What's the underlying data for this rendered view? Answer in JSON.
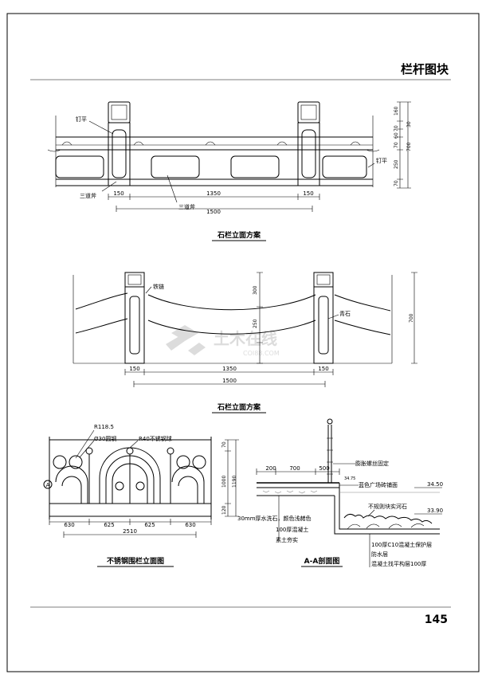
{
  "header": {
    "title": "栏杆图块"
  },
  "page_number": "145",
  "watermark": {
    "text": "土木在线",
    "sub": "COI88.COM"
  },
  "drawing1": {
    "title": "石栏立面方案",
    "labels": {
      "ding_ping_left": "钉平",
      "ding_ping_right": "钉平",
      "san_dao_fu_left": "三道斧",
      "san_dao_fu_mid": "三道斧"
    },
    "dims": {
      "post_left": "150",
      "span": "1350",
      "post_right": "150",
      "total": "1500"
    },
    "vdims": [
      "160",
      "30",
      "70",
      "60",
      "70",
      "700",
      "250",
      "70"
    ]
  },
  "drawing2": {
    "title": "石栏立面方案",
    "labels": {
      "chain": "铁链",
      "stone": "青石"
    },
    "dims": {
      "post_left": "150",
      "span": "1350",
      "post_right": "150",
      "total": "1500"
    },
    "vdims": [
      "300",
      "250",
      "700"
    ]
  },
  "drawing3": {
    "title": "不锈钢围栏立面图",
    "labels": {
      "radius": "R118.5",
      "tube": "Ø30圆钢",
      "ball": "R40不锈钢球",
      "section_mark": "A"
    },
    "dims": {
      "left": "630",
      "mid1": "625",
      "mid2": "625",
      "right": "630",
      "total": "2510"
    },
    "vdims": [
      "70",
      "1000",
      "1190",
      "120"
    ]
  },
  "drawing4": {
    "title": "A-A剖面图",
    "dims": {
      "a": "200",
      "b": "700",
      "c": "500"
    },
    "labels": {
      "bolt": "膨胀螺丝固定",
      "elev_small": "34.75",
      "paving": "蓝色广场砖铺面",
      "elev1": "34.50",
      "rubble": "不规则块实河石",
      "elev2": "33.90",
      "gravel": "30mm厚水洗石，颜色浅赭色",
      "concrete": "100厚混凝土",
      "soil": "素土夯实",
      "c10": "100厚C10混凝土保护层",
      "waterproof": "防水层",
      "leveling": "混凝土找平构层100厚"
    }
  }
}
